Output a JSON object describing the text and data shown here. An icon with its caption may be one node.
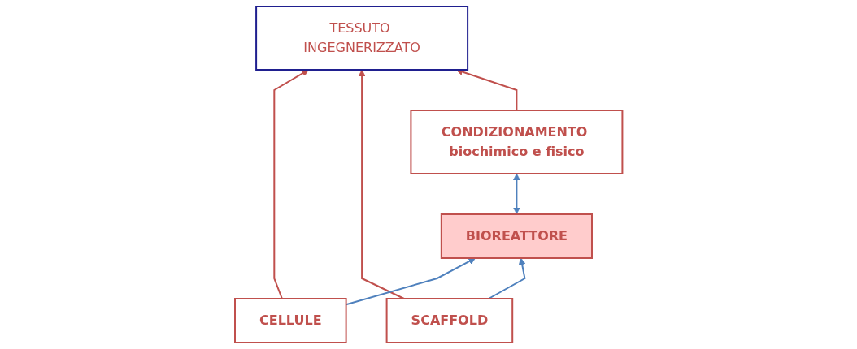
{
  "diagram": {
    "nodes": [
      {
        "text": [
          "CELLULE"
        ]
      },
      {
        "text": [
          "TESSUTO INGEGNERIZZATO"
        ]
      },
      {
        "text": [
          "SCAFFOLD"
        ]
      },
      {
        "text": [
          "CONDIZIONAMENTO biochimico e fisico"
        ]
      },
      {
        "text": [
          "BIOREATTORE"
        ]
      }
    ],
    "edges": [
      {
        "from": 0,
        "to": 1,
        "arrow": "to",
        "color": "#c0504d"
      },
      {
        "from": 2,
        "to": 1,
        "arrow": "to",
        "color": "#c0504d"
      },
      {
        "from": 3,
        "to": 1,
        "arrow": "to",
        "color": "#c0504d"
      },
      {
        "from": 3,
        "to": 4,
        "arrow": "both",
        "color": "#4f81bd"
      },
      {
        "from": 0,
        "to": 4,
        "arrow": "to",
        "color": "#4f81bd"
      },
      {
        "from": 2,
        "to": 4,
        "arrow": "to",
        "color": "#4f81bd"
      }
    ]
  }
}
